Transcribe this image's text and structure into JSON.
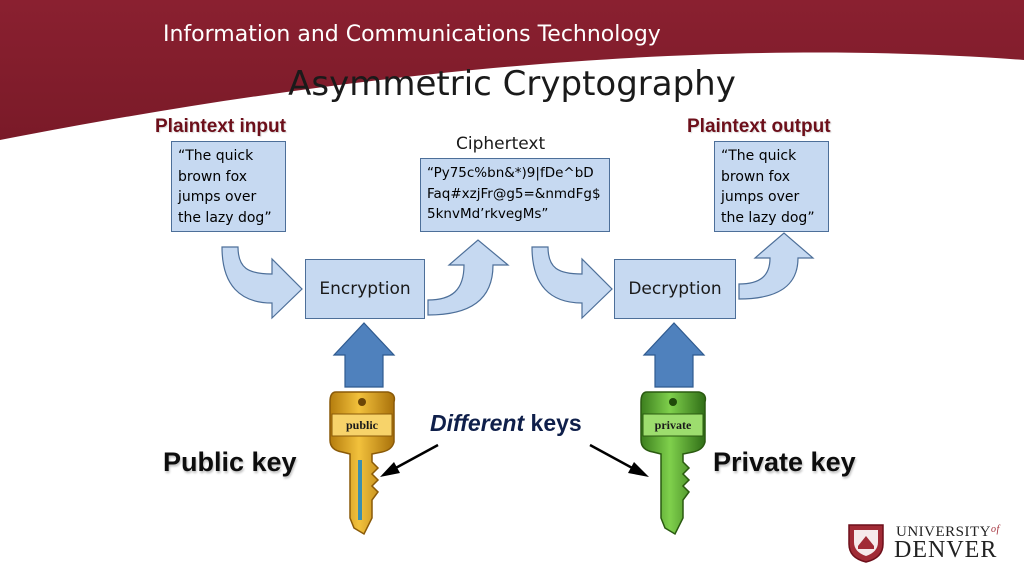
{
  "header": {
    "title": "Information and Communications Technology"
  },
  "slide": {
    "title": "Asymmetric Cryptography"
  },
  "labels": {
    "plaintext_input": "Plaintext input",
    "plaintext_output": "Plaintext output",
    "ciphertext": "Ciphertext",
    "public_key": "Public key",
    "private_key": "Private key",
    "different_em": "Different",
    "different_rest": " keys"
  },
  "boxes": {
    "input_lines": [
      "“The quick",
      "brown fox",
      "jumps over",
      "the lazy dog”"
    ],
    "cipher_lines": [
      "“Py75c%bn&*)9|fDe^bD",
      "Faq#xzjFr@g5=&nmdFg$",
      "5knvMd’rkvegMs”"
    ],
    "output_lines": [
      "“The quick",
      "brown fox",
      "jumps over",
      "the lazy dog”"
    ]
  },
  "process": {
    "encryption": "Encryption",
    "decryption": "Decryption"
  },
  "keys": {
    "public_tag": "public",
    "private_tag": "private"
  },
  "logo": {
    "line1": "UNIVERSITY",
    "of": "of",
    "line2": "DENVER"
  },
  "colors": {
    "header_maroon": "#8a2030",
    "box_fill": "#c6d9f1",
    "arrow_blue": "#4f81bd",
    "public_key_gold": "#d9a21b",
    "private_key_green": "#5aa832"
  }
}
